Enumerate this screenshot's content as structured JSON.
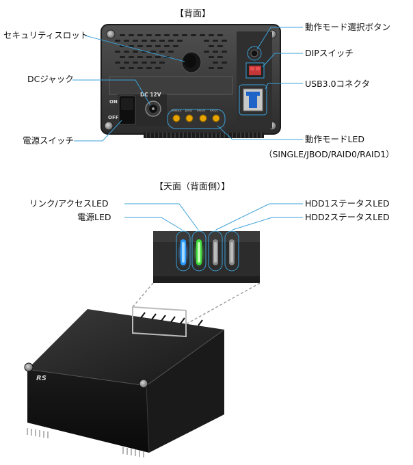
{
  "rear": {
    "title": "【背面】",
    "labels": {
      "security_slot": "セキュリティスロット",
      "dc_jack": "DCジャック",
      "power_switch": "電源スイッチ",
      "mode_button": "動作モード選択ボタン",
      "dip_switch": "DIPスイッチ",
      "usb_connector": "USB3.0コネクタ",
      "mode_led": "動作モードLED",
      "mode_led_detail": "（SINGLE/JBOD/RAID0/RAID1）"
    },
    "panel_marks": {
      "dc": "DC 12V",
      "on": "ON",
      "off": "OFF",
      "led_modes": [
        "SINGLE",
        "JBOD",
        "RAID0",
        "RAID1"
      ]
    }
  },
  "top": {
    "title": "【天面（背面側）】",
    "labels": {
      "link_access": "リンク/アクセスLED",
      "power_led": "電源LED",
      "hdd1_status": "HDD1ステータスLED",
      "hdd2_status": "HDD2ステータスLED"
    },
    "logo": "RS"
  },
  "colors": {
    "callout_line": "#3aa0d8",
    "led_blue": "#2a9cff",
    "led_green": "#3cdc3c",
    "mode_led_amber": "#e8a400",
    "usb_blue": "#1e64c8"
  }
}
